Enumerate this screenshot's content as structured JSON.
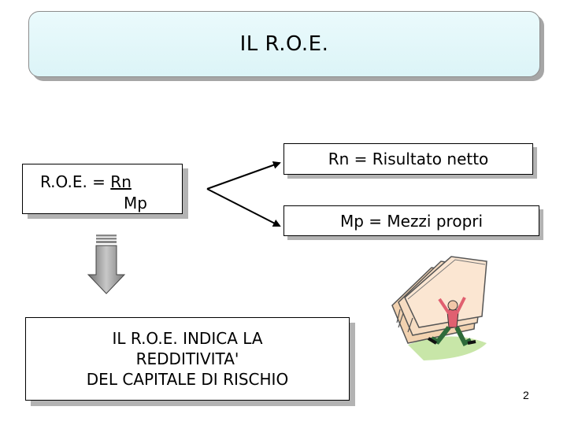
{
  "slide": {
    "title": "IL R.O.E.",
    "formula": {
      "prefix": "R.O.E. = ",
      "numerator": "Rn",
      "denominator": "Mp"
    },
    "definitions": [
      "Rn = Risultato netto",
      "Mp = Mezzi propri"
    ],
    "conclusion": [
      "IL R.O.E. INDICA LA",
      "REDDITIVITA'",
      "DEL CAPITALE DI RISCHIO"
    ],
    "page_number": "2"
  },
  "colors": {
    "title_fill": "#dcf4f7",
    "shadow": "#b3b3b3",
    "arrow_fill": "#9a9a9a"
  },
  "icons": {
    "down_arrow": "down-arrow-icon",
    "clipart": "person-under-papers-clipart"
  }
}
